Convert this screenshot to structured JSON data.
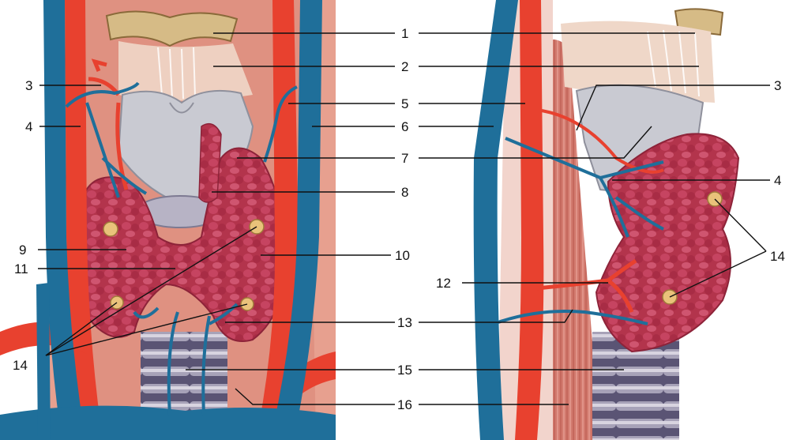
{
  "figure": {
    "panels": [
      "anterior-view",
      "lateral-view"
    ],
    "labels": {
      "n1": "1",
      "n2": "2",
      "n3": "3",
      "n4": "4",
      "n5": "5",
      "n6": "6",
      "n7": "7",
      "n8": "8",
      "n9": "9",
      "n10": "10",
      "n11": "11",
      "n12": "12",
      "n13": "13",
      "n14": "14",
      "n15": "15",
      "n16": "16"
    },
    "colors": {
      "artery": "#e8412f",
      "vein": "#1f6f9a",
      "gland": "#b8374f",
      "parathyroid": "#e9c27a",
      "cartilage": "#cfd0d6",
      "trachea": "#7b7896",
      "bone": "#d8bf8a",
      "muscle": "#d98478"
    }
  }
}
